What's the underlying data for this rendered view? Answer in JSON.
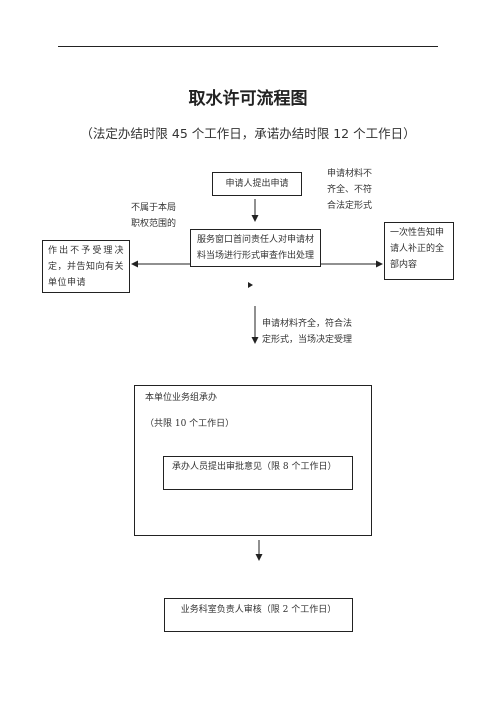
{
  "header": {
    "title": "取水许可流程图",
    "subtitle": "（法定办结时限 45 个工作日，承诺办结时限 12 个工作日）"
  },
  "nodes": {
    "apply": "申请人提出申请",
    "window_review": "服务窗口首问责任人对申请材料当场进行形式审查作出处理",
    "reject": "作出不予受理决定，并告知向有关单位申请",
    "supplement": "一次性告知申请人补正的全部内容",
    "group_title": "本单位业务组承办",
    "group_limit": "（共限 10 个工作日）",
    "handler_opinion": "承办人员提出审批意见（限 8 个工作日）",
    "dept_review": "业务科室负责人审核（限 2 个工作日）"
  },
  "labels": {
    "incomplete_line1": "申请材料不",
    "incomplete_line2": "齐全、不符",
    "incomplete_line3": "合法定形式",
    "not_in_scope_line1": "不属于本局",
    "not_in_scope_line2": "职权范围的",
    "accepted_line1": "申请材料齐全，符合法",
    "accepted_line2": "定形式，当场决定受理"
  }
}
